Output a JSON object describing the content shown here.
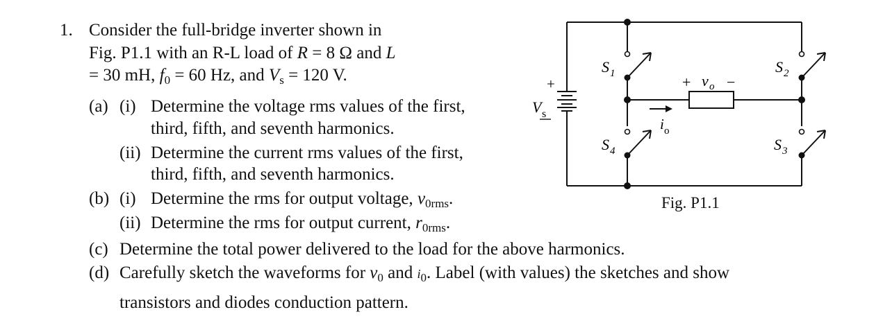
{
  "problem": {
    "number": "1.",
    "intro_line1": "Consider the full-bridge inverter shown in",
    "intro_line2_a": "Fig. P1.1 with an R-L load of ",
    "intro_line2_R": "R",
    "intro_line2_b": " = 8 Ω and ",
    "intro_line2_L": "L",
    "intro_line3_a": "= 30 mH, ",
    "intro_line3_f": "f",
    "intro_line3_fsub": "0",
    "intro_line3_b": " = 60 Hz, and ",
    "intro_line3_V": "V",
    "intro_line3_Vsub": "s",
    "intro_line3_c": " = 120 V.",
    "part_a_label": "(a)",
    "part_a_i_label": "(i)",
    "part_a_i_line1": "Determine the voltage rms values of the first,",
    "part_a_i_line2": "third, fifth, and seventh harmonics.",
    "part_a_ii_label": "(ii)",
    "part_a_ii_line1": "Determine the current rms values of the first,",
    "part_a_ii_line2": "third, fifth, and seventh harmonics.",
    "part_b_label": "(b)",
    "part_b_i_label": "(i)",
    "part_b_i_text": "Determine the rms for output voltage, ",
    "part_b_i_var": "v",
    "part_b_i_sub": "0rms",
    "part_b_i_end": ".",
    "part_b_ii_label": "(ii)",
    "part_b_ii_text": "Determine the rms for output current, ",
    "part_b_ii_var": "r",
    "part_b_ii_sub": "0rms",
    "part_b_ii_end": ".",
    "part_c_label": "(c)",
    "part_c_text": "Determine the total power delivered to the load for the above harmonics.",
    "part_d_label": "(d)",
    "part_d_line1_a": "Carefully sketch the waveforms for ",
    "part_d_v": "v",
    "part_d_vsub": "0",
    "part_d_and": " and ",
    "part_d_i": "i",
    "part_d_isub": "0",
    "part_d_line1_b": ". Label (with values) the sketches and show",
    "part_d_line2": "transistors and diodes conduction pattern."
  },
  "figure": {
    "caption": "Fig. P1.1",
    "source_label": "V",
    "source_sub": "s",
    "plus_sign": "+",
    "switch_labels": [
      "S",
      "S",
      "S",
      "S"
    ],
    "switch_subs": [
      "1",
      "2",
      "4",
      "3"
    ],
    "vo_plus": "+",
    "vo_label": "v",
    "vo_sub": "o",
    "vo_minus": "−",
    "io_label": "i",
    "io_sub": "o"
  }
}
